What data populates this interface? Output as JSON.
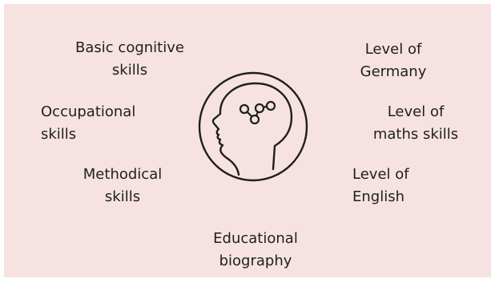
{
  "labels": {
    "basic_cognitive": [
      "Basic cognitive",
      "skills"
    ],
    "occupational": [
      "Occupational",
      "skills"
    ],
    "methodical": [
      "Methodical",
      "skills"
    ],
    "educational": [
      "Educational",
      "biography"
    ],
    "germany": [
      "Level of",
      "Germany"
    ],
    "maths": [
      "Level of",
      "maths skills"
    ],
    "english": [
      "Level of",
      "English"
    ]
  },
  "icon": {
    "name": "head-with-network-icon"
  },
  "colors": {
    "background": "#f6e3e1",
    "stroke": "#1f1f1f",
    "text": "#1f1f1f"
  }
}
